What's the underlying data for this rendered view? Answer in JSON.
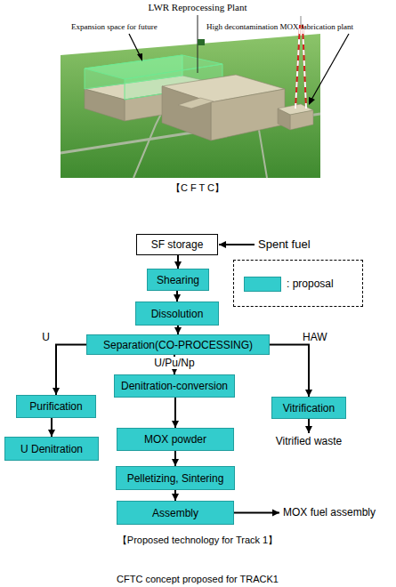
{
  "diagram": {
    "caption": "CFTC concept proposed for TRACK1",
    "nodes": [
      {
        "text": [
          "SF storage"
        ]
      },
      {
        "text": [
          "Shearing"
        ]
      },
      {
        "text": [
          "Dissolution"
        ]
      },
      {
        "text": [
          "Separation(CO-PROCESSING)"
        ]
      },
      {
        "text": [
          "Purification"
        ]
      },
      {
        "text": [
          "Denitration-conversion"
        ]
      },
      {
        "text": [
          "Vitrification"
        ]
      },
      {
        "text": [
          "U Denitration"
        ]
      },
      {
        "text": [
          "MOX powder"
        ]
      },
      {
        "text": [
          "Pelletizing, Sintering"
        ]
      },
      {
        "text": [
          "Assembly"
        ]
      }
    ],
    "edges": [
      {
        "from": 0,
        "to": 1,
        "arrow": "to"
      },
      {
        "from": 1,
        "to": 2,
        "arrow": "to"
      },
      {
        "from": 2,
        "to": 3,
        "arrow": "to"
      },
      {
        "from": 3,
        "to": 4,
        "label": "U",
        "arrow": "to"
      },
      {
        "from": 3,
        "to": 5,
        "label": "U/Pu/Np",
        "arrow": "to"
      },
      {
        "from": 3,
        "to": 6,
        "label": "HAW",
        "arrow": "to"
      },
      {
        "from": 4,
        "to": 7,
        "arrow": "to"
      },
      {
        "from": 5,
        "to": 8,
        "arrow": "to"
      },
      {
        "from": 8,
        "to": 9,
        "arrow": "to"
      },
      {
        "from": 9,
        "to": 10,
        "arrow": "to"
      }
    ],
    "labels": [
      "LWR Reprocessing Plant",
      "Expansion space for future",
      "High decontamination MOX fabrication plant",
      "【C F T C】",
      "Spent fuel",
      "Vitrified waste",
      "MOX fuel assembly",
      "【Proposed technology for Track 1】"
    ],
    "legend": [
      {
        "text": ": proposal",
        "color": "#33cccc"
      }
    ]
  }
}
